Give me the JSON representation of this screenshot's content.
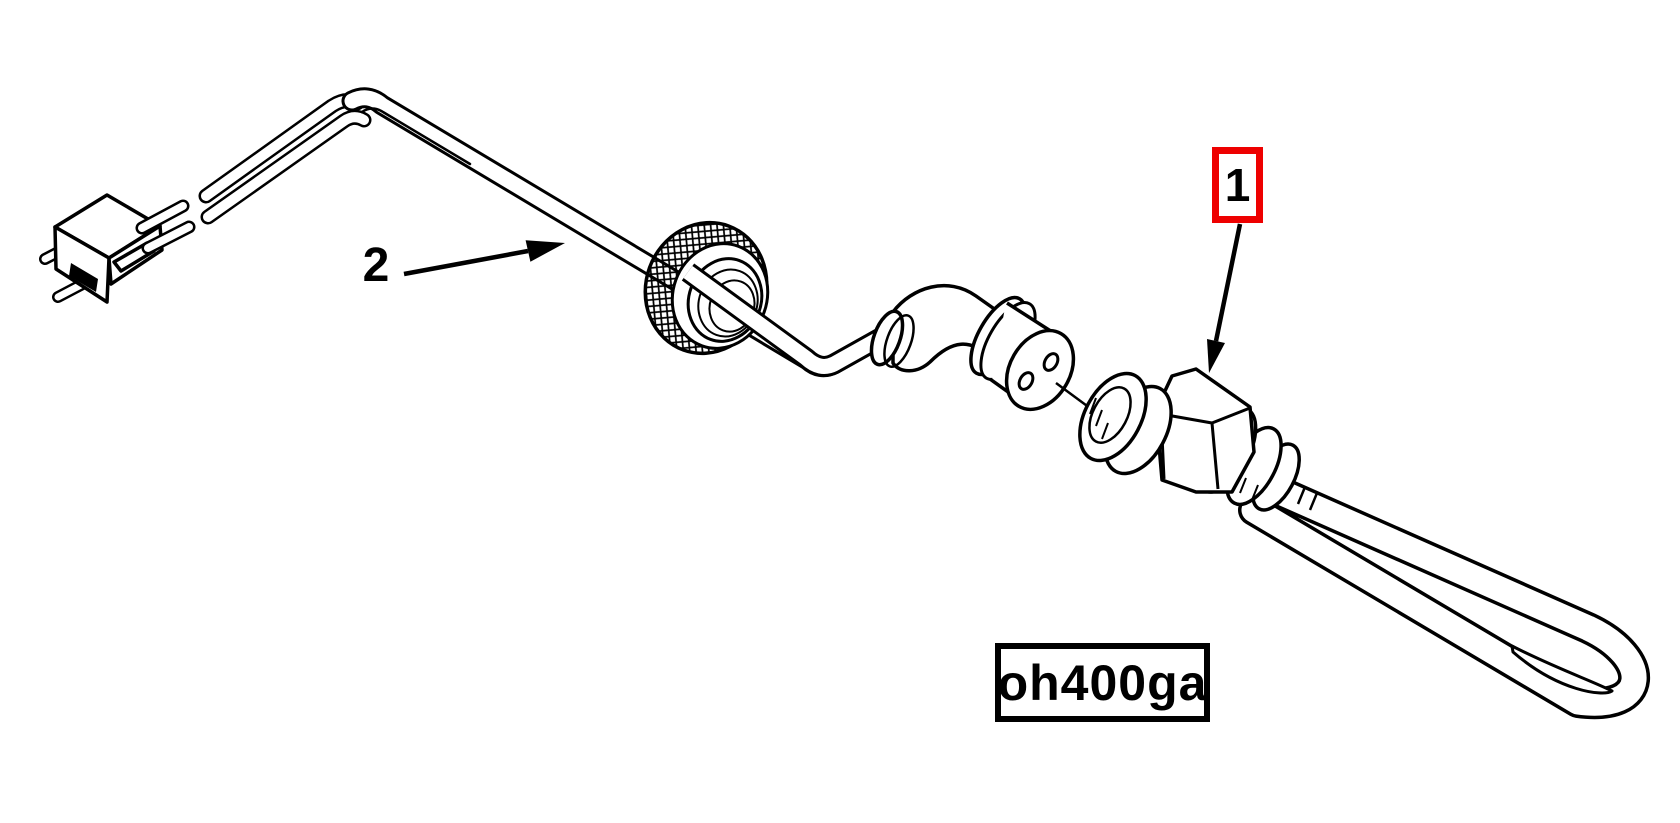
{
  "diagram": {
    "background": "#ffffff",
    "line_color": "#000000",
    "callout_1": {
      "label": "1",
      "boxed": true,
      "box_color": "#ee0000",
      "target_part": "heater-element-assembly"
    },
    "callout_2": {
      "label": "2",
      "boxed": false,
      "target_part": "power-cord"
    },
    "caption": {
      "text": "oh400ga"
    },
    "parts": [
      {
        "name": "power-plug"
      },
      {
        "name": "power-cord"
      },
      {
        "name": "strain-relief-ring-nut"
      },
      {
        "name": "elbow-connector-plug"
      },
      {
        "name": "heater-element-assembly"
      }
    ]
  }
}
